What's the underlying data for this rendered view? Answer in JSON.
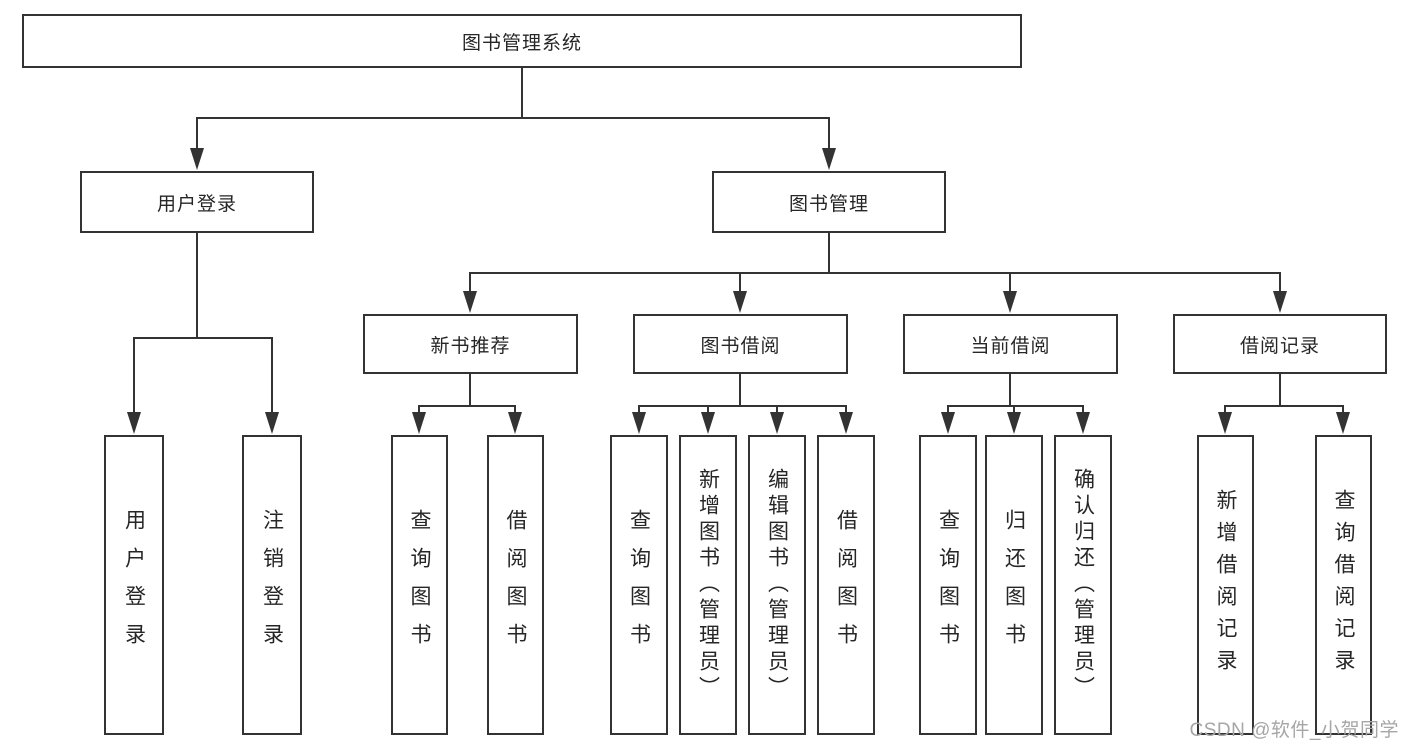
{
  "tree": {
    "root": {
      "label": "图书管理系统"
    },
    "user_login": {
      "label": "用户登录",
      "children": [
        {
          "label": "用户登录"
        },
        {
          "label": "注销登录"
        }
      ]
    },
    "book_mgmt": {
      "label": "图书管理",
      "sections": [
        {
          "label": "新书推荐",
          "children": [
            {
              "label": "查询图书"
            },
            {
              "label": "借阅图书"
            }
          ]
        },
        {
          "label": "图书借阅",
          "children": [
            {
              "label": "查询图书"
            },
            {
              "label": "新增图书（管理员）"
            },
            {
              "label": "编辑图书（管理员）"
            },
            {
              "label": "借阅图书"
            }
          ]
        },
        {
          "label": "当前借阅",
          "children": [
            {
              "label": "查询图书"
            },
            {
              "label": "归还图书"
            },
            {
              "label": "确认归还（管理员）"
            }
          ]
        },
        {
          "label": "借阅记录",
          "children": [
            {
              "label": "新增借阅记录"
            },
            {
              "label": "查询借阅记录"
            }
          ]
        }
      ]
    }
  },
  "watermark": {
    "text": "CSDN @软件_小贺同学"
  },
  "colors": {
    "line": "#333333",
    "text": "#262626",
    "watermark": "#a6a6a6",
    "background": "#ffffff"
  }
}
